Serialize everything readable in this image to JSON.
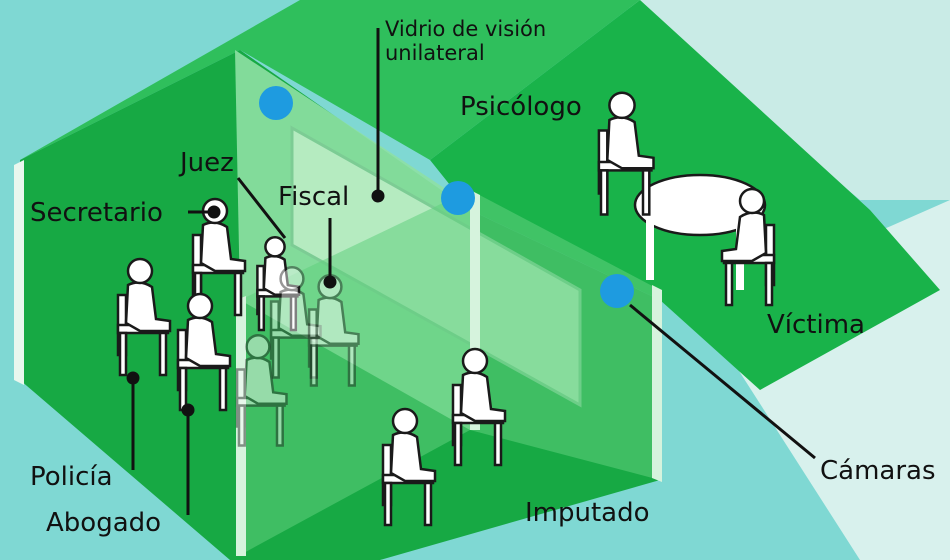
{
  "labels": {
    "vidrio": "Vidrio de visión\nunilateral",
    "psicologo": "Psicólogo",
    "juez": "Juez",
    "fiscal": "Fiscal",
    "secretario": "Secretario",
    "victima": "Víctima",
    "camaras": "Cámaras",
    "policia": "Policía",
    "abogado": "Abogado",
    "imputado": "Imputado"
  },
  "colors": {
    "background": "#7fd8d3",
    "room_floor": "#19b34a",
    "room_wall": "#15a440",
    "glass": "#9fe0ac",
    "camera": "#1e9be0",
    "figure": "#ffffff",
    "figure_outline": "#1a1a1a",
    "label_line": "#111111"
  },
  "icons": {
    "people": "person-seated-icon",
    "camera": "camera-dome-icon"
  }
}
